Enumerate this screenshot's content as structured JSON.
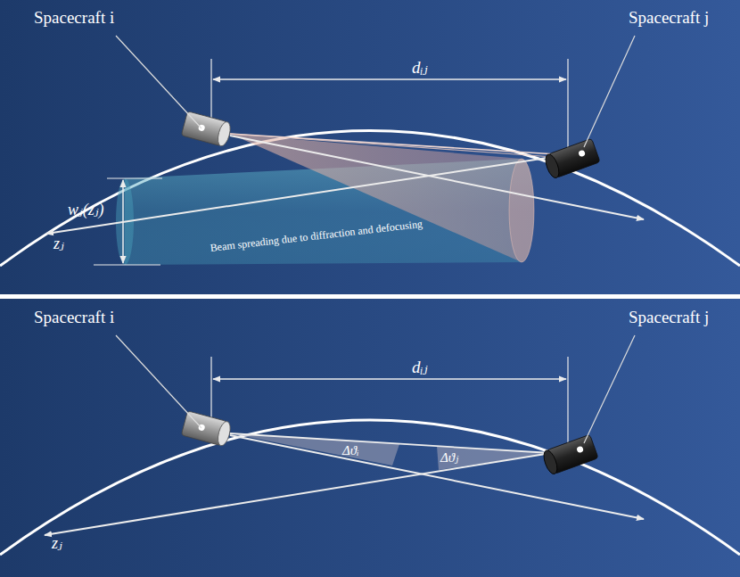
{
  "diagram": {
    "labels": [
      "Spacecraft i",
      "Spacecraft j",
      "dᵢⱼ",
      "wⱼ(zⱼ)",
      "zⱼ",
      "Beam spreading due to diffraction and defocusing",
      "Spacecraft i",
      "Spacecraft j",
      "dᵢⱼ",
      "Δϑᵢ",
      "Δϑⱼ",
      "zⱼ"
    ]
  }
}
